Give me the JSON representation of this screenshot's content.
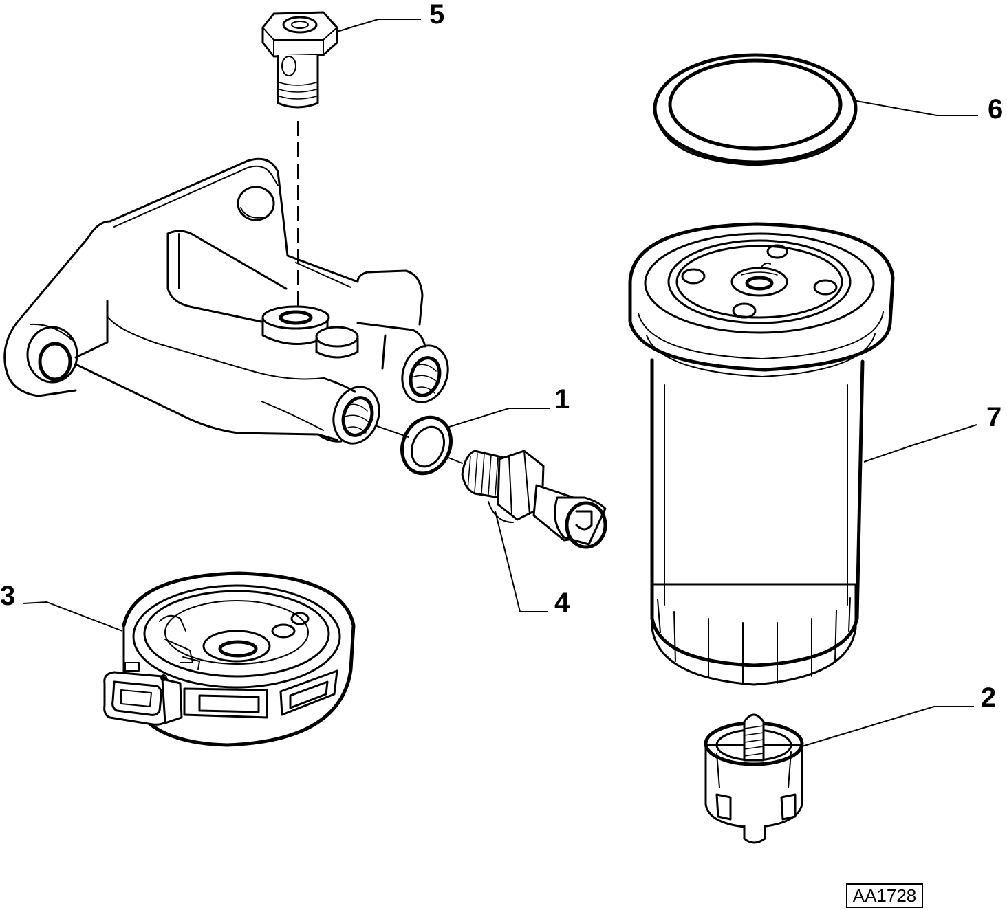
{
  "callouts": {
    "c1": "1",
    "c2": "2",
    "c3": "3",
    "c4": "4",
    "c5": "5",
    "c6": "6",
    "c7": "7"
  },
  "reference_code": "AA1728"
}
